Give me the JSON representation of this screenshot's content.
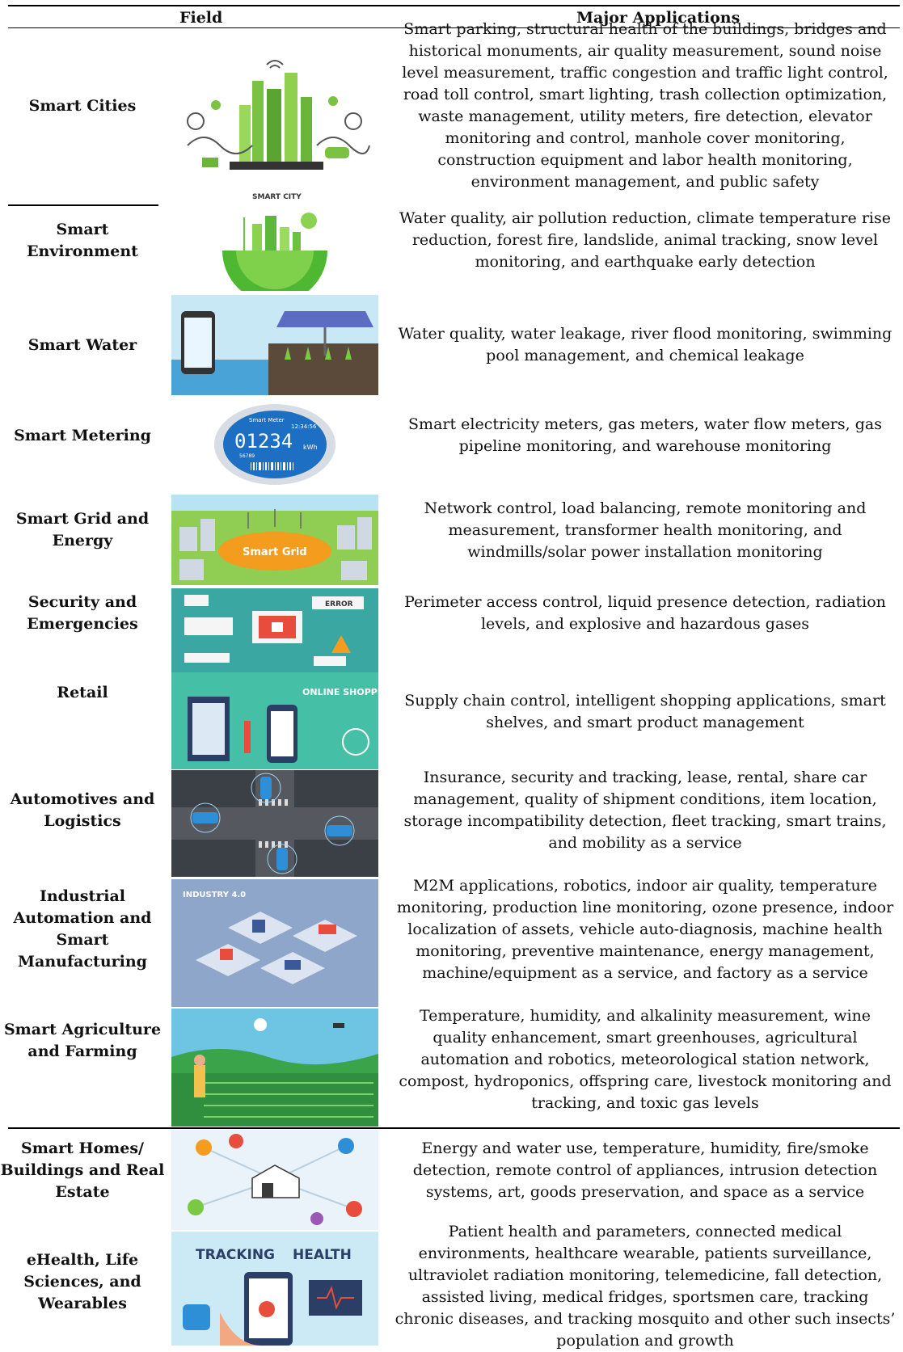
{
  "header": {
    "field": "Field",
    "major_applications": "Major Applications"
  },
  "rows": [
    {
      "field": "Smart Cities",
      "icon": "smart-city-illustration",
      "image_caption": "SMART CITY",
      "applications": "Smart parking, structural health of the buildings, bridges and historical monuments, air quality measurement, sound noise level measurement, traffic congestion and traffic light control, road toll control, smart lighting, trash collection optimization, waste management, utility meters, fire detection, elevator monitoring and control, manhole cover monitoring, construction equipment and labor health monitoring, environment management, and public safety"
    },
    {
      "field": "Smart Environment",
      "icon": "green-earth-city-illustration",
      "applications": "Water quality, air pollution reduction, climate temperature rise reduction, forest fire, landslide, animal tracking, snow level monitoring, and earthquake early detection"
    },
    {
      "field": "Smart Water",
      "icon": "smart-water-irrigation-illustration",
      "applications": "Water quality, water leakage, river flood monitoring, swimming pool management, and chemical leakage"
    },
    {
      "field": "Smart Metering",
      "icon": "smart-meter-illustration",
      "meter": {
        "brand": "Smart Meter",
        "time": "12:34:56",
        "reading": "01234",
        "unit": "kWh",
        "serial": "56789"
      },
      "applications": "Smart electricity meters, gas meters, water flow meters, gas pipeline monitoring, and warehouse monitoring"
    },
    {
      "field": "Smart Grid and Energy",
      "icon": "smart-grid-illustration",
      "image_caption": "Smart Grid",
      "applications": "Network control, load balancing, remote monitoring and measurement, transformer health monitoring, and windmills/solar power installation monitoring"
    },
    {
      "field": "Security and Emergencies",
      "icon": "security-dashboard-illustration",
      "image_caption": "ERROR",
      "applications": "Perimeter access control, liquid presence detection, radiation levels, and explosive and hazardous gases"
    },
    {
      "field": "Retail",
      "icon": "online-shopping-illustration",
      "image_caption": "ONLINE SHOPPING",
      "applications": "Supply chain control, intelligent shopping applications, smart shelves, and smart product management"
    },
    {
      "field": "Automotives and Logistics",
      "icon": "connected-cars-intersection-illustration",
      "applications": "Insurance, security and tracking, lease, rental, share car management, quality of shipment conditions, item location, storage incompatibility detection, fleet tracking, smart trains, and mobility as a service"
    },
    {
      "field": "Industrial Automation and Smart Manufacturing",
      "icon": "industry-4-illustration",
      "image_caption": "INDUSTRY 4.0",
      "applications": "M2M applications, robotics, indoor air quality, temperature monitoring, production line monitoring, ozone presence, indoor localization of assets, vehicle auto-diagnosis, machine health monitoring, preventive maintenance, energy management, machine/equipment as a service, and factory as a service"
    },
    {
      "field": "Smart Agriculture and Farming",
      "icon": "smart-farming-illustration",
      "applications": "Temperature, humidity, and alkalinity measurement, wine quality enhancement, smart greenhouses, agricultural automation and robotics, meteorological station network, compost, hydroponics, offspring care, livestock monitoring and tracking, and toxic gas levels"
    },
    {
      "field": "Smart Homes/ Buildings and Real Estate",
      "icon": "smart-home-illustration",
      "applications": "Energy and water use, temperature, humidity, fire/smoke detection, remote control of appliances, intrusion detection systems, art, goods preservation, and space as a service"
    },
    {
      "field": "eHealth, Life Sciences, and Wearables",
      "icon": "health-tracking-illustration",
      "image_captions": [
        "TRACKING",
        "HEALTH"
      ],
      "applications": "Patient health and parameters, connected medical environments, healthcare wearable, patients surveillance, ultraviolet radiation monitoring,   telemedicine, fall detection, assisted living, medical fridges, sportsmen care, tracking chronic diseases, and tracking mosquito and other such insects’ population and growth"
    }
  ]
}
